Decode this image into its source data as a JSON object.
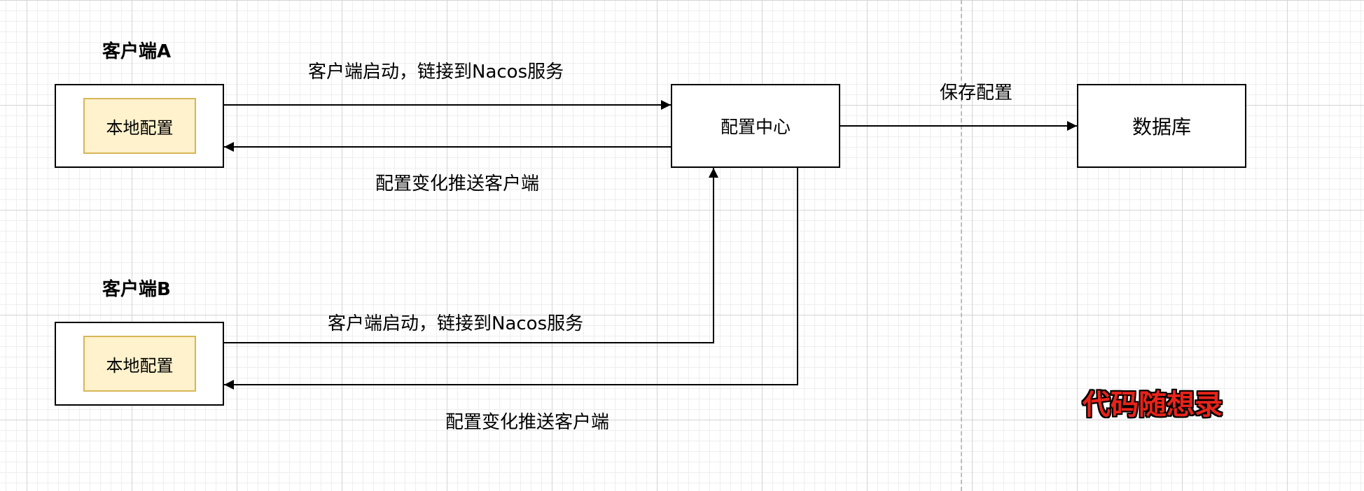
{
  "client_a": {
    "title": "客户端A",
    "local_config": "本地配置"
  },
  "client_b": {
    "title": "客户端B",
    "local_config": "本地配置"
  },
  "config_center": {
    "label": "配置中心"
  },
  "database": {
    "label": "数据库"
  },
  "edges": {
    "a_connect": "客户端启动，链接到Nacos服务",
    "a_push": "配置变化推送客户端",
    "b_connect": "客户端启动，链接到Nacos服务",
    "b_push": "配置变化推送客户端",
    "save": "保存配置"
  },
  "watermark": "代码随想录",
  "colors": {
    "local_config_fill": "#fff2cc",
    "local_config_border": "#d6b656",
    "watermark": "#e8231a"
  }
}
